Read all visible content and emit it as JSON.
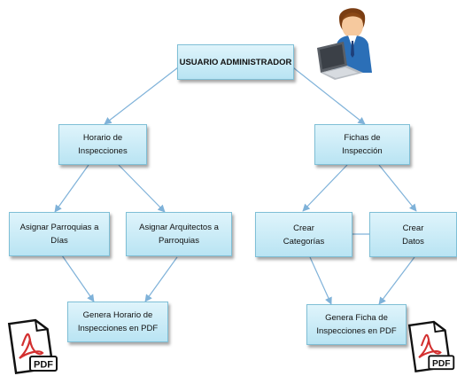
{
  "nodes": {
    "admin": "USUARIO ADMINISTRADOR",
    "horario": "Horario de\nInspecciones",
    "fichas": "Fichas de\nInspección",
    "asignar_parroquias": "Asignar Parroquias a\nDías",
    "asignar_arquitectos": "Asignar Arquitectos a\nParroquias",
    "crear_categorias": "Crear\nCategorías",
    "crear_datos": "Crear\nDatos",
    "genera_horario": "Genera Horario de\nInspecciones en PDF",
    "genera_ficha": "Genera Ficha de\nInspecciones en PDF"
  },
  "icons": {
    "user": "admin-user-laptop-icon",
    "pdf_left": "pdf-document-icon",
    "pdf_right": "pdf-document-icon",
    "pdf_label": "PDF"
  },
  "colors": {
    "box_fill": "#c8ecf7",
    "box_border": "#7fbfd6",
    "connector": "#7fb2d9",
    "pdf_red": "#d32f2f"
  }
}
